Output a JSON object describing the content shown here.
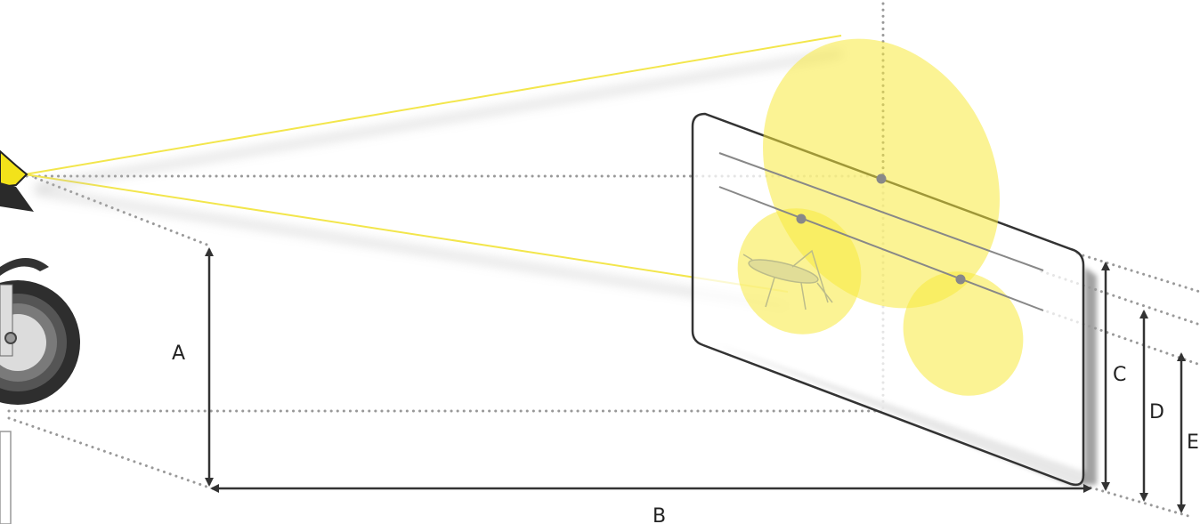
{
  "labels": {
    "a": "A",
    "b": "B",
    "c": "C",
    "d": "D",
    "e": "E"
  },
  "colors": {
    "beam": "#f7ea3c",
    "beam_line": "#f3e64c",
    "dotted": "#999999",
    "arrow": "#333333",
    "screen_border": "#333333",
    "wheel": "#2e2e2e",
    "fairing": "#f2e21a"
  },
  "icons": [
    "motorcycle-icon",
    "grasshopper-icon"
  ]
}
